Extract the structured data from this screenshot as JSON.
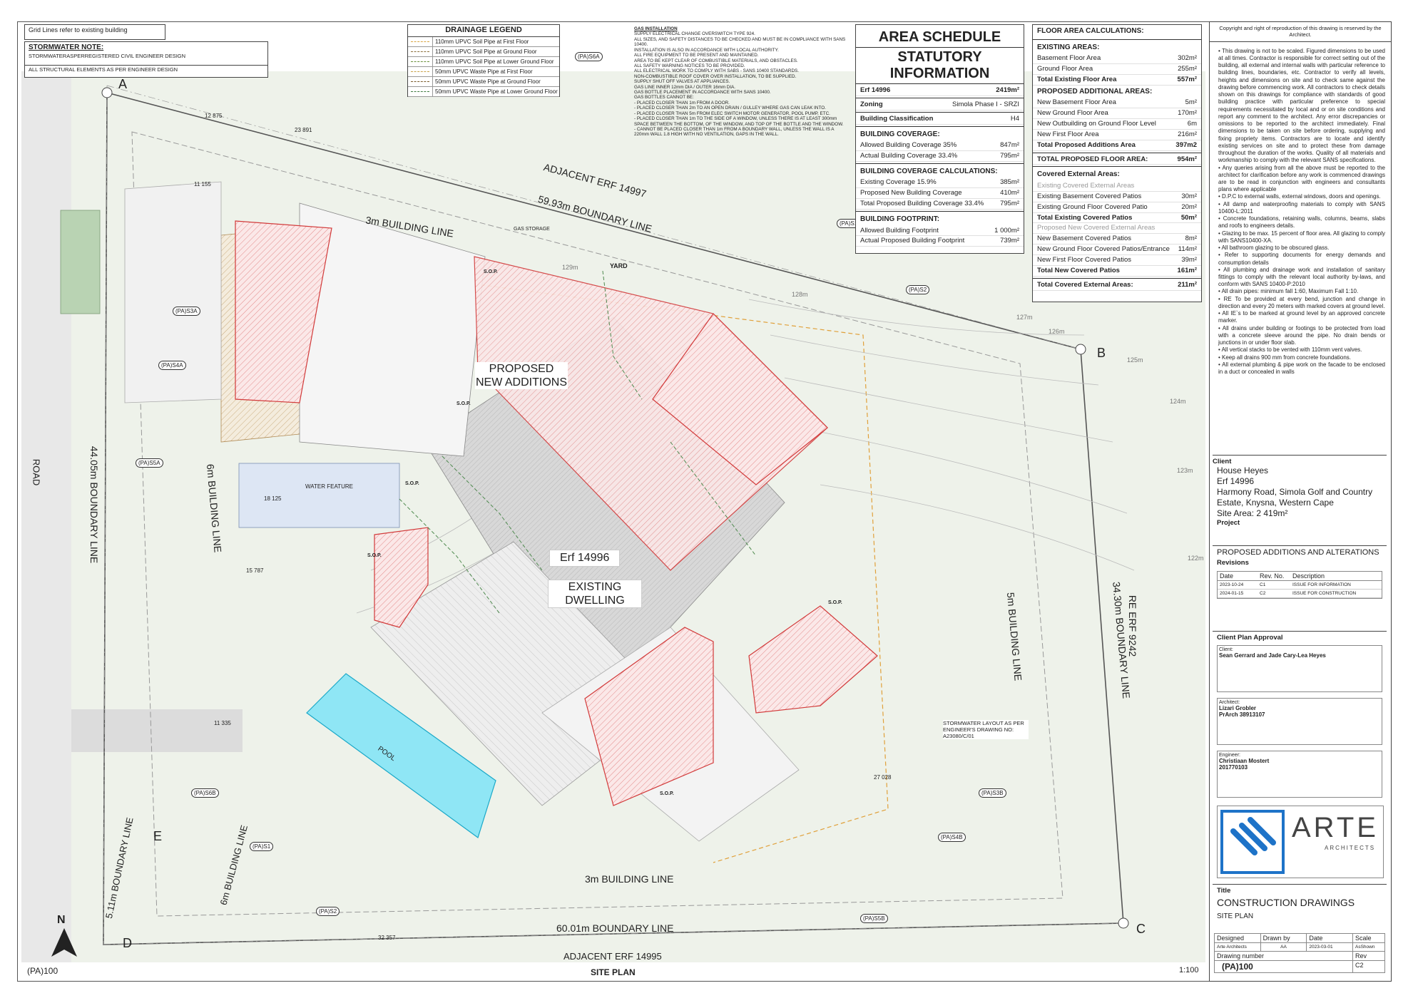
{
  "header_notes": {
    "grid_lines": "Grid Lines refer to existing building",
    "stormwater_title": "STORMWATER NOTE:",
    "stormwater_text": "STORMWATERASPERREGISTERED CIVIL ENGINEER DESIGN",
    "structural": "ALL STRUCTURAL ELEMENTS AS PER ENGINEER DESIGN"
  },
  "drainage_legend": {
    "title": "DRAINAGE LEGEND",
    "items": [
      {
        "label": "110mm UPVC Soil Pipe at First Floor",
        "color": "#d9a441"
      },
      {
        "label": "110mm UPVC Soil Pipe at Ground Floor",
        "color": "#8a6d3b"
      },
      {
        "label": "110mm UPVC Soil Pipe at Lower Ground Floor",
        "color": "#6a8f3a"
      },
      {
        "label": "50mm UPVC Waste Pipe at First Floor",
        "color": "#c9a24a"
      },
      {
        "label": "50mm UPVC Waste Pipe at Ground Floor",
        "color": "#7a5a2a"
      },
      {
        "label": "50mm UPVC Waste Pipe at Lower Ground Floor",
        "color": "#3f7a3f"
      }
    ]
  },
  "gas_installation": {
    "title": "GAS INSTALLATION",
    "lines": [
      "SUPPLY ELECTRICAL CHANGE OVERSWITCH TYPE 924.",
      "ALL SIZES, AND SAFETY DISTANCES TO BE CHECKED AND MUST BE IN COMPLIANCE WITH SANS 10400.",
      "INSTALLATION IS ALSO IN ACCORDANCE WITH LOCAL AUTHORITY.",
      "ALL FIRE EQUIPMENT TO BE PRESENT AND MAINTAINED.",
      "AREA TO BE KEPT CLEAR OF COMBUSTIBLE MATERIALS, AND OBSTACLES.",
      "ALL SAFETY WARNING NOTICES TO BE PROVIDED.",
      "ALL ELECTRICAL WORK TO COMPLY WITH SABS - SANS 10400 STANDARDS.",
      "NON-COMBUSTIBLE ROOF COVER OVER INSTALLATION, TO BE SUPPLIED.",
      "SUPPLY SHUT OFF VALVES AT APPLIANCES.",
      "GAS LINE INNER 12mm DIA / OUTER 16mm DIA.",
      "GAS BOTTLE PLACEMENT IN ACCORDANCE WITH SANS 10400.",
      "GAS BOTTLES CANNOT BE:",
      "- PLACED CLOSER THAN 1m FROM A DOOR.",
      "- PLACED CLOSER THAN 2m TO AN OPEN DRAIN / GULLEY WHERE GAS CAN LEAK INTO.",
      "- PLACED CLOSER THAN 5m FROM ELEC SWITCH MOTOR GENERATOR, POOL PUMP, ETC.",
      "- PLACED CLOSER THAN 1m TO THE SIDE OF A WINDOW, UNLESS THERE IS AT LEAST 300mm SPACE BETWEEN THE BOTTOM, OF THE WINDOW, AND TOP OF THE BOTTLE AND THE WINDOW.",
      "- CANNOT BE PLACED CLOSER THAN 1m FROM A BOUNDARY WALL, UNLESS THE WALL IS A 220mm WALL 1.8 HIGH WITH NO VENTILATION, GAPS IN THE WALL."
    ]
  },
  "area_schedule": {
    "title": "AREA SCHEDULE",
    "subtitle1": "STATUTORY",
    "subtitle2": "INFORMATION",
    "erf_label": "Erf 14996",
    "erf_value": "2419m²",
    "zoning_label": "Zoning",
    "zoning_value": "Simola Phase I - SRZI",
    "classification_label": "Building Classification",
    "classification_value": "H4",
    "coverage_title": "BUILDING COVERAGE:",
    "coverage_rows": [
      {
        "label": "Allowed Building Coverage 35%",
        "value": "847m²"
      },
      {
        "label": "Actual Building Coverage 33.4%",
        "value": "795m²"
      }
    ],
    "calc_title": "BUILDING COVERAGE CALCULATIONS:",
    "calc_rows": [
      {
        "label": "Existing Coverage 15.9%",
        "value": "385m²"
      },
      {
        "label": "Proposed New Building Coverage",
        "value": "410m²"
      },
      {
        "label": "Total Proposed Building Coverage 33.4%",
        "value": "795m²"
      }
    ],
    "footprint_title": "BUILDING FOOTPRINT:",
    "footprint_rows": [
      {
        "label": "Allowed Building Footprint",
        "value": "1 000m²"
      },
      {
        "label": "Actual Proposed Building Footprint",
        "value": "739m²"
      }
    ]
  },
  "floor_area": {
    "title": "FLOOR AREA CALCULATIONS:",
    "existing_title": "EXISTING AREAS:",
    "existing_rows": [
      {
        "label": "Basement Floor Area",
        "value": "302m²"
      },
      {
        "label": "Ground Floor Area",
        "value": "255m²"
      }
    ],
    "existing_total": {
      "label": "Total Existing Floor Area",
      "value": "557m²"
    },
    "proposed_title": "PROPOSED ADDITIONAL AREAS:",
    "proposed_rows": [
      {
        "label": "New Basement Floor Area",
        "value": "5m²"
      },
      {
        "label": "New Ground Floor Area",
        "value": "170m²"
      },
      {
        "label": "New Outbuilding on Ground Floor Level",
        "value": "6m"
      },
      {
        "label": "New First Floor Area",
        "value": "216m²"
      }
    ],
    "proposed_total": {
      "label": "Total Proposed Additions Area",
      "value": "397m2"
    },
    "grand_total": {
      "label": "TOTAL PROPOSED FLOOR AREA:",
      "value": "954m²"
    },
    "covered_title": "Covered External Areas:",
    "covered_existing_sub": "Existing Covered External Areas",
    "covered_existing_rows": [
      {
        "label": "Existing Basement Covered Patios",
        "value": "30m²"
      },
      {
        "label": "Existing Ground Floor Covered Patio",
        "value": "20m²"
      }
    ],
    "covered_existing_total": {
      "label": "Total Existing Covered Patios",
      "value": "50m²"
    },
    "covered_new_sub": "Proposed New Covered External Areas",
    "covered_new_rows": [
      {
        "label": "New Basement Covered Patios",
        "value": "8m²"
      },
      {
        "label": "New Ground Floor Covered Patios/Entrance",
        "value": "114m²"
      },
      {
        "label": "New First Floor Covered Patios",
        "value": "39m²"
      }
    ],
    "covered_new_total": {
      "label": "Total New Covered Patios",
      "value": "161m²"
    },
    "covered_grand": {
      "label": "Total Covered External Areas:",
      "value": "211m²"
    }
  },
  "copyright": "Copyright and right of reproduction of this drawing is reserved by the Architect.",
  "general_notes": [
    "This drawing is not to be scaled. Figured dimensions to be used at all times. Contractor is responsible for correct setting out of the building, all external and internal walls with particular reference to building lines, boundaries, etc. Contractor to verify all levels, heights and dimensions on site and to check same against the drawing before commencing work. All contractors to check details shown on this drawings for compliance with standards of good building practice with particular preference to special requirements necessitated by local and or on site conditions and report any comment to the architect. Any error discrepancies or omissions to be reported to the architect immediately. Final dimensions to be taken on site before ordering, supplying and fixing propriety items. Contractors are to locate and identify existing services on site and to protect these from damage throughout the duration of the works. Quality of all materials and workmanship to comply with the relevant SANS specifications.",
    "Any queries arising from all the above must be reported to the architect for clarification before any work is commenced drawings are to be read in conjunction with engineers and consultants plans where applicable",
    "D.P.C to external walls, external windows, doors and openings.",
    "All damp and waterproofing materials to comply with SANS 10400-L:2011",
    "Concrete foundations, retaining walls, columns, beams, slabs and roofs to engineers details.",
    "Glazing to be max. 15 percent of floor area. All glazing to comply with SANS10400-XA.",
    "All bathroom glazing to be obscured glass.",
    "Refer to supporting documents for energy demands and consumption details",
    "All plumbing and drainage work and installation of sanitary fittings to comply with the relevant local authority by-laws, and conform with SANS 10400-P:2010",
    "All drain pipes: minimum fall 1:60, Maximum Fall 1:10.",
    "RE To be provided at every bend, junction and change in direction and every 20 meters with marked covers at ground level.",
    "All IE`s to be marked at ground level by an approved concrete marker.",
    "All drains under building or footings to be protected from load with a concrete sleeve around the pipe. No drain bends or junctions in or under floor slab.",
    "All vertical stacks to be vented with 110mm vent valves.",
    "Keep all drains 900 mm from concrete foundations.",
    "All external plumbing & pipe work on the facade to be enclosed in a duct or concealed in walls"
  ],
  "title_block": {
    "client_label": "Client",
    "client_name": "House Heyes",
    "client_erf": "Erf 14996",
    "client_address1": "Harmony Road, Simola Golf and Country",
    "client_address2": "Estate, Knysna, Western Cape",
    "client_site": "Site Area: 2 419m²",
    "project_label": "Project",
    "project_name": "PROPOSED ADDITIONS AND ALTERATIONS",
    "revisions_label": "Revisions",
    "rev_headers": [
      "Date",
      "Rev. No.",
      "Description"
    ],
    "revisions": [
      {
        "date": "2023-10-24",
        "rev": "C1",
        "desc": "ISSUE FOR INFORMATION"
      },
      {
        "date": "2024-01-15",
        "rev": "C2",
        "desc": "ISSUE FOR CONSTRUCTION"
      }
    ],
    "approval_label": "Client Plan Approval",
    "approval_client_label": "Client:",
    "approval_client": "Sean Gerrard and Jade Cary-Lea Heyes",
    "architect_label": "Architect:",
    "architect_name": "Lizari Grobler",
    "architect_reg": "PrArch 38913107",
    "engineer_label": "Engineer:",
    "engineer_name": "Christiaan Mostert",
    "engineer_reg": "201770103",
    "logo_name": "ARTE",
    "logo_sub": "ARCHITECTS",
    "title_label": "Title",
    "title_main": "CONSTRUCTION DRAWINGS",
    "title_sub": "SITE PLAN",
    "designed_label": "Designed",
    "drawn_label": "Drawn by",
    "date_label": "Date",
    "scale_label": "Scale",
    "designed_value": "Arte Architects",
    "drawn_value": "AA",
    "date_value": "2023-03-01",
    "scale_value": "AsShown",
    "drawing_number_label": "Drawing number",
    "rev_label": "Rev",
    "drawing_number": "(PA)100",
    "rev_value": "C2"
  },
  "plan": {
    "proposed": "PROPOSED",
    "new_additions": "NEW ADDITIONS",
    "erf": "Erf 14996",
    "existing": "EXISTING",
    "dwelling": "DWELLING",
    "adjacent_top": "ADJACENT ERF 14997",
    "adjacent_bottom": "ADJACENT ERF 14995",
    "boundary_top": "59.93m BOUNDARY LINE",
    "boundary_bottom": "60.01m BOUNDARY LINE",
    "boundary_left": "44.05m BOUNDARY LINE",
    "boundary_right": "34.30m BOUNDARY LINE",
    "boundary_sw": "5.11m BOUNDARY LINE",
    "building_top": "3m BUILDING LINE",
    "building_bottom": "3m BUILDING LINE",
    "building_left": "6m BUILDING LINE",
    "building_left2": "6m BUILDING LINE",
    "building_right": "5m BUILDING LINE",
    "road": "ROAD",
    "re_erf": "RE ERF 9242",
    "water_feature": "WATER FEATURE",
    "pool": "POOL",
    "yard": "YARD",
    "gas_storage": "GAS STORAGE",
    "stormwater_layout": "STORMWATER LAYOUT AS PER ENGINEER'S DRAWING NO: A23080/C/01",
    "drawing_ref": "(PA)100",
    "sheet_title": "SITE PLAN",
    "scale": "1:100",
    "north": "N",
    "grid_letters": [
      "A",
      "B",
      "C",
      "D",
      "E"
    ],
    "sop": "S.O.P.",
    "contours": [
      "129m",
      "128m",
      "127m",
      "126m",
      "125m",
      "124m",
      "123m",
      "122m"
    ],
    "view_tags": [
      "(PA)S6A",
      "(PA)S1",
      "(PA)S2",
      "(PA)S3A",
      "(PA)S4A",
      "(PA)S5A",
      "(PA)S3B",
      "(PA)S4B",
      "(PA)S5B",
      "(PA)S6B",
      "(PA)S1",
      "(PA)S2"
    ],
    "dims": [
      "12 875",
      "23 891",
      "11 155",
      "18 125",
      "15 787",
      "11 335",
      "27 028",
      "32 357"
    ]
  }
}
